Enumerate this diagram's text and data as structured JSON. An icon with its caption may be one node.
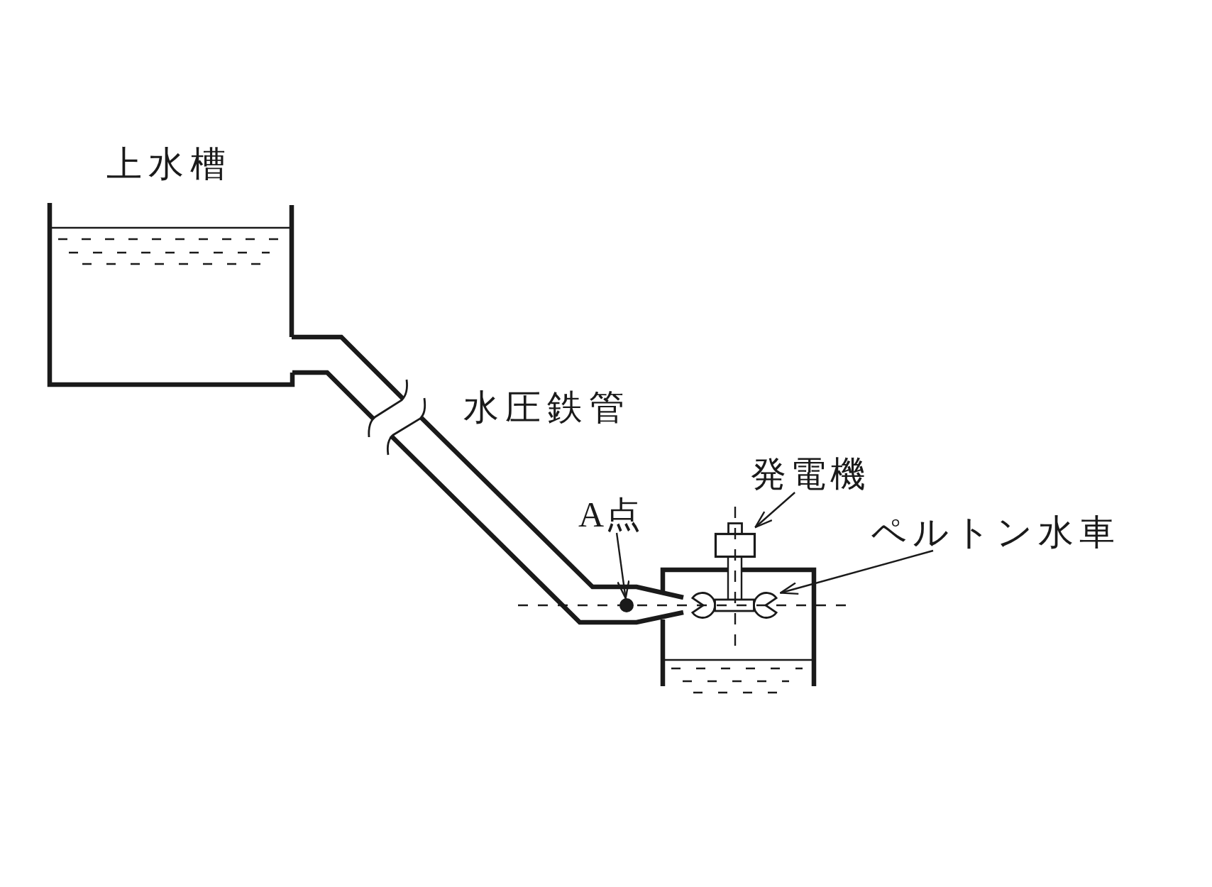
{
  "diagram": {
    "nodes": [
      {
        "text": [
          "発電機"
        ]
      },
      {
        "text": [],
        "shape": "box"
      },
      {
        "text": [
          "A点"
        ]
      },
      {
        "text": [],
        "shape": "circle"
      },
      {
        "text": [
          "ペルトン水車"
        ]
      },
      {
        "text": [],
        "shape": "picture"
      }
    ],
    "edges": [
      {
        "from": 0,
        "to": 1,
        "arrow": "to"
      },
      {
        "from": 2,
        "to": 3,
        "arrow": "to"
      },
      {
        "from": 4,
        "to": 5,
        "arrow": "to"
      },
      {
        "from": 1,
        "to": 5,
        "arrow": "none"
      }
    ],
    "labels": [
      "上水槽",
      "水圧鉄管"
    ]
  }
}
